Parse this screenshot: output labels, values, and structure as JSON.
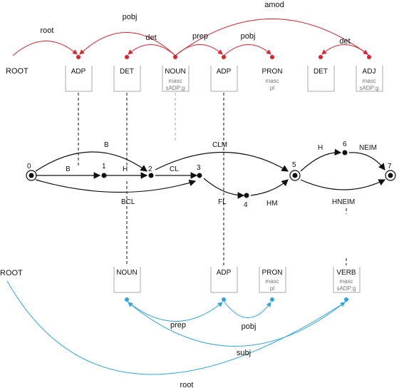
{
  "top": {
    "root_label": "ROOT",
    "tokens": [
      {
        "pos": "ADP",
        "feat1": "",
        "feat2": ""
      },
      {
        "pos": "DET",
        "feat1": "",
        "feat2": ""
      },
      {
        "pos": "NOUN",
        "feat1": "masc",
        "feat2": "sADP;g"
      },
      {
        "pos": "ADP",
        "feat1": "",
        "feat2": ""
      },
      {
        "pos": "PRON",
        "feat1": "masc",
        "feat2": "pl"
      },
      {
        "pos": "DET",
        "feat1": "",
        "feat2": ""
      },
      {
        "pos": "ADJ",
        "feat1": "masc",
        "feat2": "sADP;g"
      }
    ],
    "arcs": [
      "root",
      "pobj",
      "det",
      "prep",
      "pobj",
      "amod",
      "det"
    ]
  },
  "lattice": {
    "nodes": [
      "0",
      "1",
      "2",
      "3",
      "4",
      "5",
      "6",
      "7"
    ],
    "edges": [
      "B",
      "B",
      "H",
      "CL",
      "BCL",
      "CLM",
      "FL",
      "HM",
      "H",
      "NEIM",
      "HNEIM"
    ]
  },
  "bottom": {
    "root_label": "ROOT",
    "tokens": [
      {
        "pos": "NOUN",
        "feat1": "",
        "feat2": ""
      },
      {
        "pos": "ADP",
        "feat1": "",
        "feat2": ""
      },
      {
        "pos": "PRON",
        "feat1": "masc",
        "feat2": "pl"
      },
      {
        "pos": "VERB",
        "feat1": "masc",
        "feat2": "sADP;g"
      }
    ],
    "arcs": [
      "prep",
      "pobj",
      "subj",
      "root"
    ]
  },
  "colors": {
    "top_arc": "#e0202a",
    "bottom_arc": "#2aa6e0",
    "ink": "#111111"
  }
}
